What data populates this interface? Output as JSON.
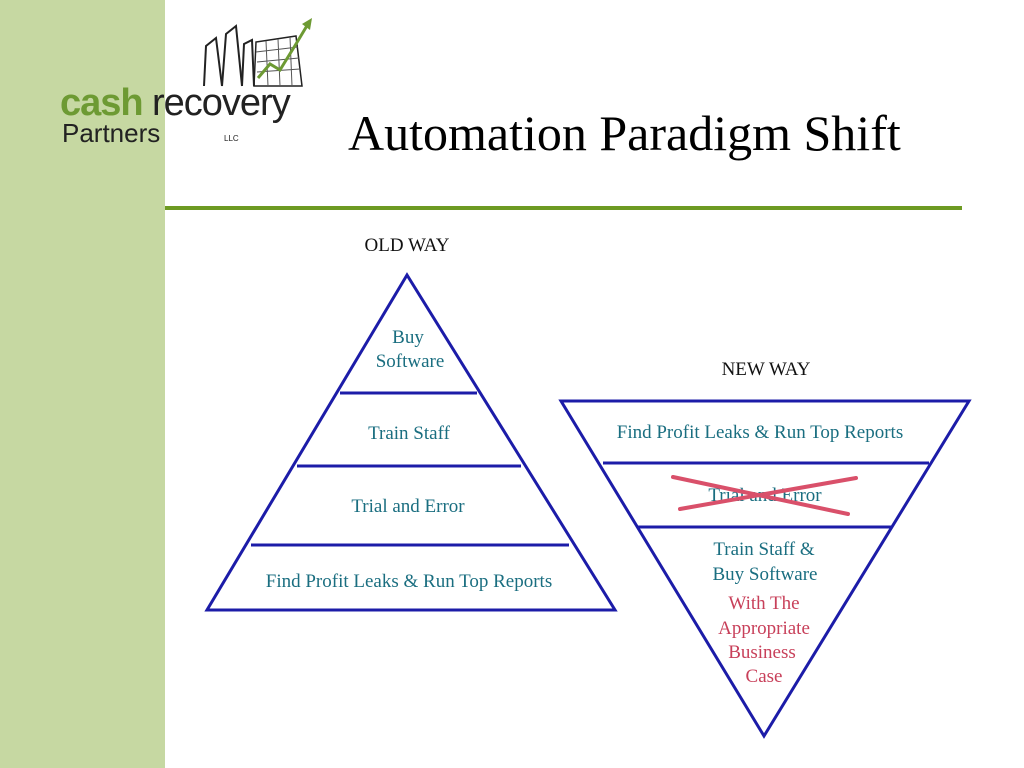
{
  "slide": {
    "title": "Automation Paradigm Shift",
    "accent_color": "#6d9a22",
    "band_color": "#c6d8a2"
  },
  "logo": {
    "word_1": "cash",
    "word_2": "recovery",
    "word_3": "Partners",
    "suffix": "LLC",
    "icon": "city-chart-arrow-icon"
  },
  "old_way": {
    "heading": "OLD WAY",
    "tiers": [
      {
        "lines": [
          "Buy",
          "Software"
        ]
      },
      {
        "lines": [
          "Train Staff"
        ]
      },
      {
        "lines": [
          "Trial and Error"
        ]
      },
      {
        "lines": [
          "Find Profit Leaks & Run Top Reports"
        ]
      }
    ]
  },
  "new_way": {
    "heading": "NEW WAY",
    "tiers": [
      {
        "lines": [
          "Find Profit Leaks & Run Top Reports"
        ]
      },
      {
        "lines": [
          "Trial and Error"
        ],
        "crossed_out": true
      },
      {
        "lines": [
          "Train Staff &",
          "Buy Software"
        ],
        "note_lines": [
          "With The",
          "Appropriate",
          "Business",
          "Case"
        ]
      }
    ]
  },
  "colors": {
    "outline": "#1c1ca8",
    "tier_text": "#1a6e80",
    "note_text": "#c8405a",
    "cross": "#d9506a"
  }
}
